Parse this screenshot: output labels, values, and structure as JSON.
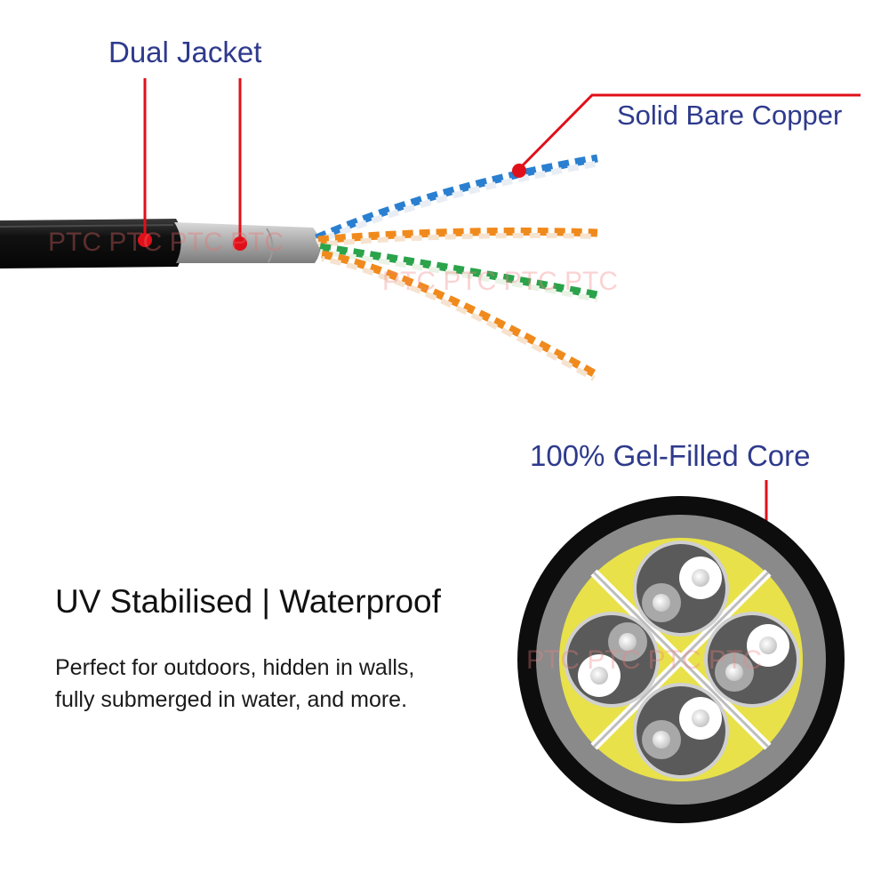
{
  "labels": {
    "dual_jacket": "Dual Jacket",
    "solid_bare_copper": "Solid Bare Copper",
    "gel_filled_core": "100% Gel-Filled Core"
  },
  "headline": "UV Stabilised | Waterproof",
  "description": [
    "Perfect for outdoors, hidden in walls,",
    "fully submerged in water, and more."
  ],
  "watermarks": {
    "jacket": "PTC PTC PTC PTC",
    "wires": "PTC PTC PTC PTC",
    "cross_section": "PTC PTC PTC PTC"
  },
  "colors": {
    "label_text": "#2e3a8c",
    "callout": "#e0101a",
    "outer_jacket": "#111111",
    "inner_jacket": "#8a8a8a",
    "gel": "#e8e14a",
    "pair_orange": "#f08a1c",
    "pair_green": "#2aa34a",
    "pair_blue": "#2a7fd0"
  }
}
